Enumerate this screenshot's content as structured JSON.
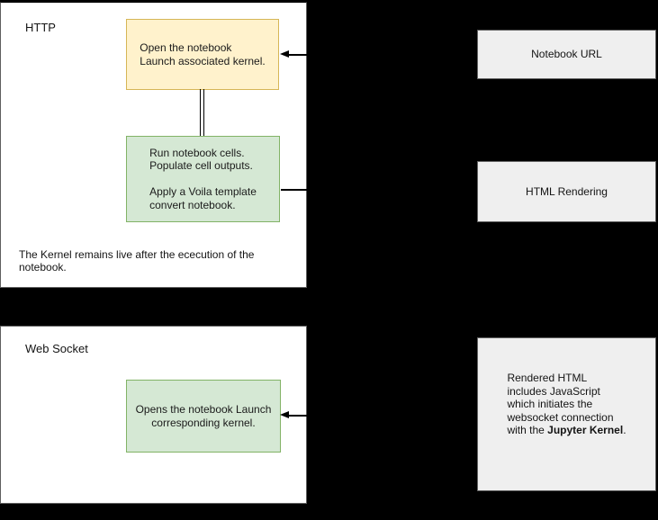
{
  "colors": {
    "background": "#000000",
    "panel_fill": "#ffffff",
    "yellow_fill": "#fff2cc",
    "yellow_border": "#d6b656",
    "green_fill": "#d5e8d4",
    "green_border": "#82b366",
    "gray_fill": "#efefef",
    "gray_border": "#616161"
  },
  "http_panel": {
    "label": "HTTP",
    "open_notebook_box": "Open the notebook\nLaunch associated kernel.",
    "run_cells_box": "Run notebook cells.\nPopulate cell outputs.\n\nApply a Voila template\nconvert notebook.",
    "kernel_note": "The Kernel remains live after the ececution of the\nnotebook."
  },
  "websocket_panel": {
    "label": "Web Socket",
    "opens_kernel_box": "Opens the notebook Launch\ncorresponding kernel."
  },
  "right_column": {
    "notebook_url": "Notebook URL",
    "html_rendering": "HTML Rendering",
    "rendered_html": {
      "before_bold": "Rendered HTML\nincludes JavaScript\nwhich initiates the\nwebsocket connection\nwith the ",
      "bold": "Jupyter Kernel",
      "after_bold": "."
    }
  }
}
